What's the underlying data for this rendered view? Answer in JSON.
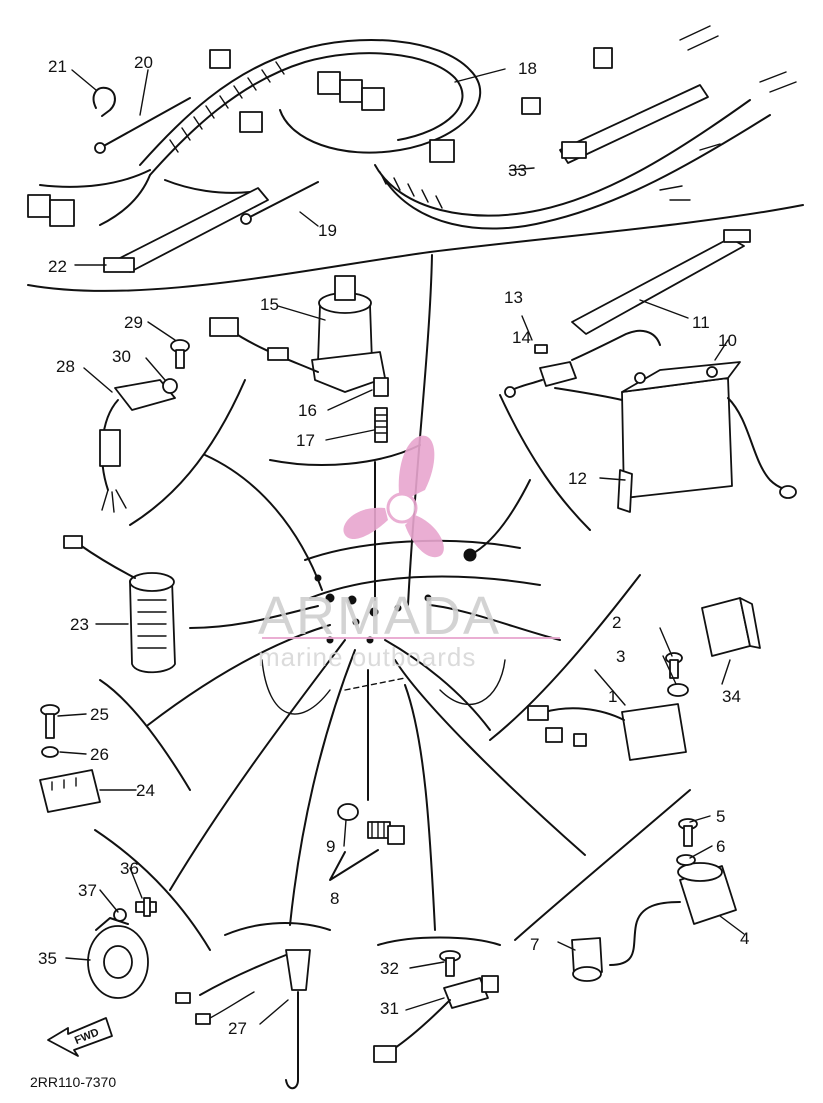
{
  "watermark": {
    "brand": "ARMADA",
    "tagline": "marine outboards",
    "logo": "propeller-logo",
    "color": "#e8a6cf"
  },
  "drawing_code": "2RR110-7370",
  "direction_label": "FWD",
  "callouts": {
    "c1": "1",
    "c2": "2",
    "c3": "3",
    "c4": "4",
    "c5": "5",
    "c6": "6",
    "c7": "7",
    "c8": "8",
    "c9": "9",
    "c10": "10",
    "c11": "11",
    "c12": "12",
    "c13": "13",
    "c14": "14",
    "c15": "15",
    "c16": "16",
    "c17": "17",
    "c18": "18",
    "c19": "19",
    "c20": "20",
    "c21": "21",
    "c22": "22",
    "c23": "23",
    "c24": "24",
    "c25": "25",
    "c26": "26",
    "c27": "27",
    "c28": "28",
    "c29": "29",
    "c30": "30",
    "c31": "31",
    "c32": "32",
    "c33": "33",
    "c34": "34",
    "c35": "35",
    "c36": "36",
    "c37": "37"
  }
}
